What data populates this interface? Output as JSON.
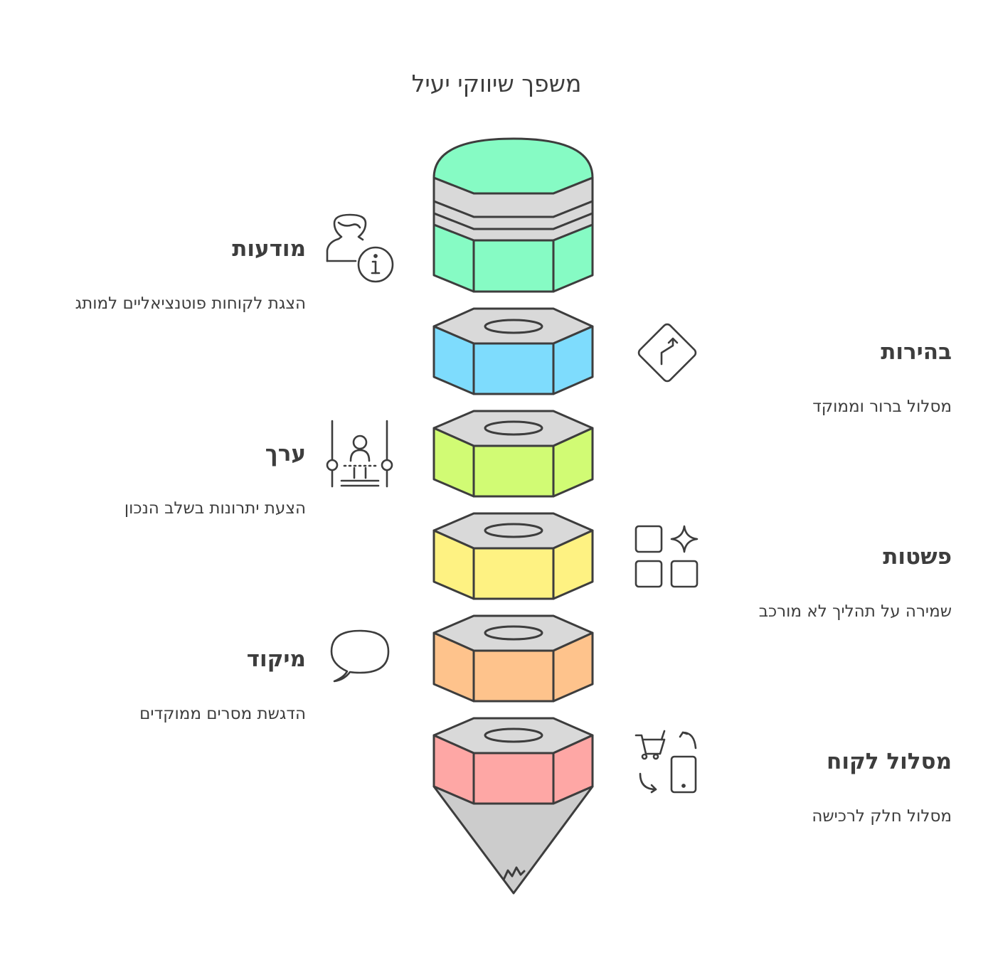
{
  "title": "משפך שיווקי יעיל",
  "colors": {
    "stroke": "#3d3d3d",
    "cap": "#d9d9d9",
    "tip": "#cccccc",
    "awareness": "#86fbc4",
    "clarity": "#7edcfd",
    "value": "#d1fb74",
    "simplicity": "#fef282",
    "focus": "#fec38c",
    "customer_path": "#fea7a5"
  },
  "stages": [
    {
      "id": "awareness",
      "heading": "מודעות",
      "description": "הצגת לקוחות פוטנציאליים למותג",
      "side": "left",
      "icon": "user-info-icon"
    },
    {
      "id": "clarity",
      "heading": "בהירות",
      "description": "מסלול ברור וממוקד",
      "side": "right",
      "icon": "road-sign-icon"
    },
    {
      "id": "value",
      "heading": "ערך",
      "description": "הצעת יתרונות בשלב הנכון",
      "side": "left",
      "icon": "presenter-stage-icon"
    },
    {
      "id": "simplicity",
      "heading": "פשטות",
      "description": "שמירה על תהליך לא מורכב",
      "side": "right",
      "icon": "apps-sparkle-icon"
    },
    {
      "id": "focus",
      "heading": "מיקוד",
      "description": "הדגשת מסרים ממוקדים",
      "side": "left",
      "icon": "speech-bubble-icon"
    },
    {
      "id": "customer_path",
      "heading": "מסלול לקוח",
      "description": "מסלול חלק לרכישה",
      "side": "right",
      "icon": "cart-phone-cycle-icon"
    }
  ]
}
